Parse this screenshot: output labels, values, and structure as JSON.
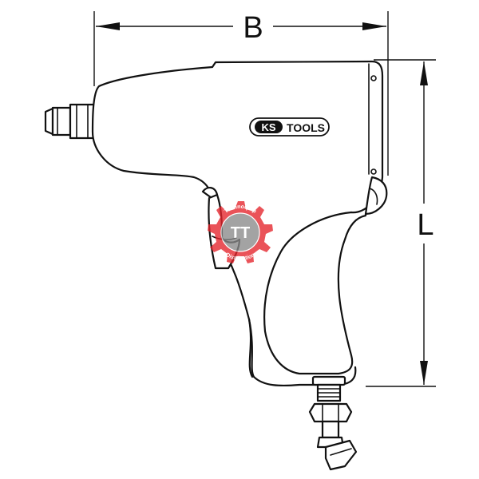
{
  "dimensions": {
    "width_label": "B",
    "length_label": "L"
  },
  "brand": {
    "prefix": "KS",
    "suffix": "TOOLS"
  },
  "watermark": {
    "line1": "Technoquip",
    "line2": "Distribution"
  },
  "colors": {
    "line": "#111111",
    "background": "#ffffff",
    "watermark_red": "#e5242b",
    "watermark_grey": "#8a8a8a"
  }
}
